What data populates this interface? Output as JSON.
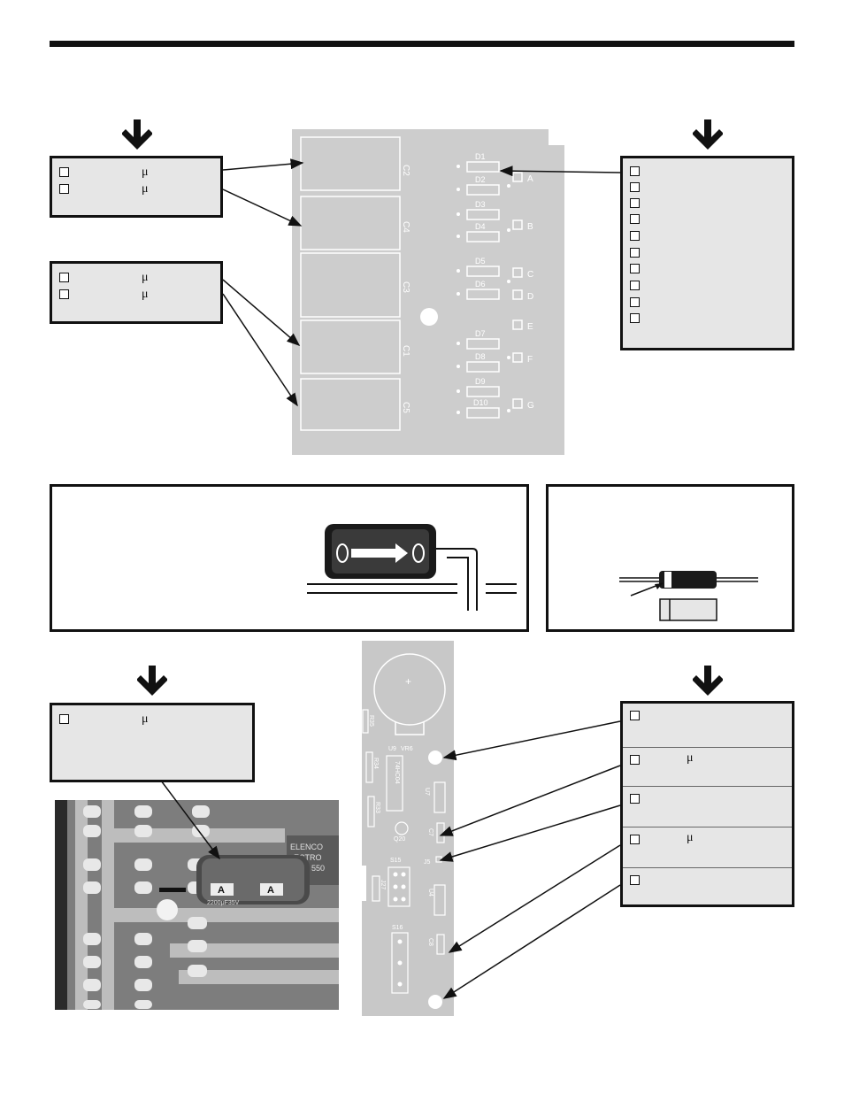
{
  "page": {
    "symbols": {
      "micro": "μ"
    }
  },
  "pcb_top_labels": {
    "capacitors": [
      "C2",
      "C4",
      "C3",
      "C1",
      "C5"
    ],
    "diodes": [
      "D1",
      "D2",
      "D3",
      "D4",
      "D5",
      "D6",
      "D7",
      "D8",
      "D9",
      "D10"
    ],
    "points": [
      "A",
      "B",
      "C",
      "D",
      "E",
      "F",
      "G"
    ]
  },
  "pcb_bottom_labels": {
    "parts": [
      "R35",
      "U9",
      "VR6",
      "R34",
      "74HC04",
      "U7",
      "R33",
      "Q20",
      "C7",
      "S15",
      "J5",
      "J27",
      "U4",
      "S16",
      "C8"
    ]
  },
  "photo_labels": {
    "brand_1": "ELENCO",
    "brand_2": "ECTRO",
    "brand_3": "550",
    "cap_marks": [
      "A",
      "A"
    ],
    "cap_spec": "2200μF35V"
  },
  "checklists": {
    "c2c4": [
      {
        "mu": "μ"
      },
      {
        "mu": "μ"
      }
    ],
    "c3c1c5": [
      {
        "mu": "μ"
      },
      {
        "mu": "μ"
      }
    ],
    "diodes_count": 10,
    "bottom_left": [
      {
        "mu": "μ"
      }
    ],
    "bottom_right": [
      {
        "mu": ""
      },
      {
        "mu": "μ"
      },
      {
        "mu": ""
      },
      {
        "mu": "μ"
      },
      {
        "mu": ""
      }
    ]
  },
  "colors": {
    "ink": "#111111",
    "box_fill": "#e6e6e6",
    "pcb": "#c8c8c8",
    "pcb_dark": "#9a9a9a"
  }
}
